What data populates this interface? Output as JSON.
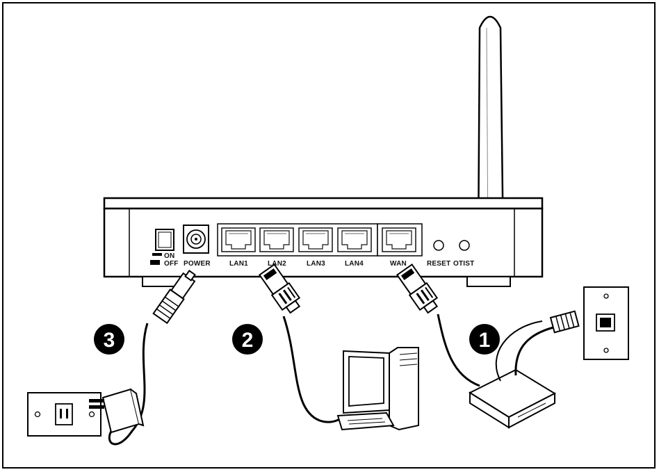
{
  "router": {
    "switch_on_label": "ON",
    "switch_off_label": "OFF",
    "power_label": "POWER",
    "lan_ports": [
      "LAN1",
      "LAN2",
      "LAN3",
      "LAN4"
    ],
    "wan_label": "WAN",
    "reset_label": "RESET",
    "otist_label": "OTIST"
  },
  "steps": [
    {
      "number": "1"
    },
    {
      "number": "2"
    },
    {
      "number": "3"
    }
  ]
}
